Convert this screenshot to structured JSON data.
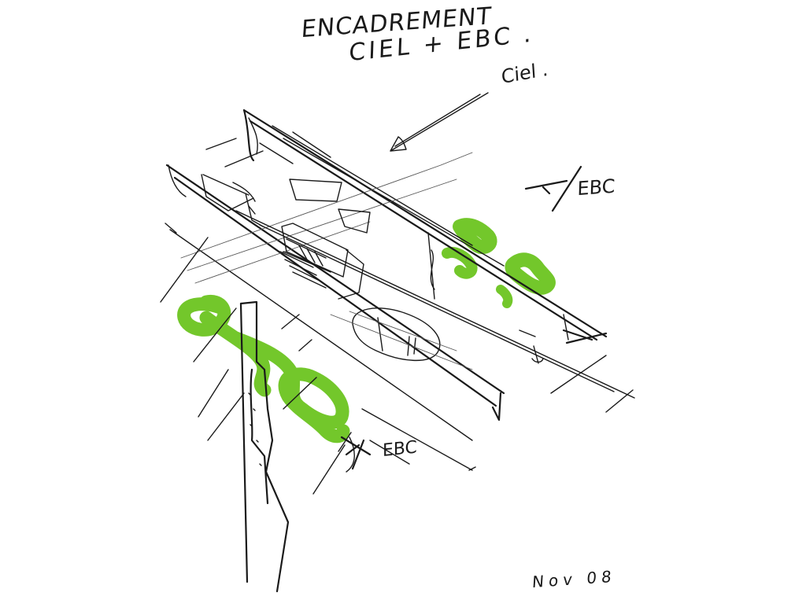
{
  "title": {
    "line1": "ENCADREMENT",
    "line2": "CIEL + EBC ."
  },
  "labels": {
    "ciel": "Ciel .",
    "ebc_right": "EBC",
    "ebc_bottom": "EBC"
  },
  "date": "Nov 08",
  "colors": {
    "ink": "#1a1a1a",
    "highlighter": "#6cc420"
  }
}
